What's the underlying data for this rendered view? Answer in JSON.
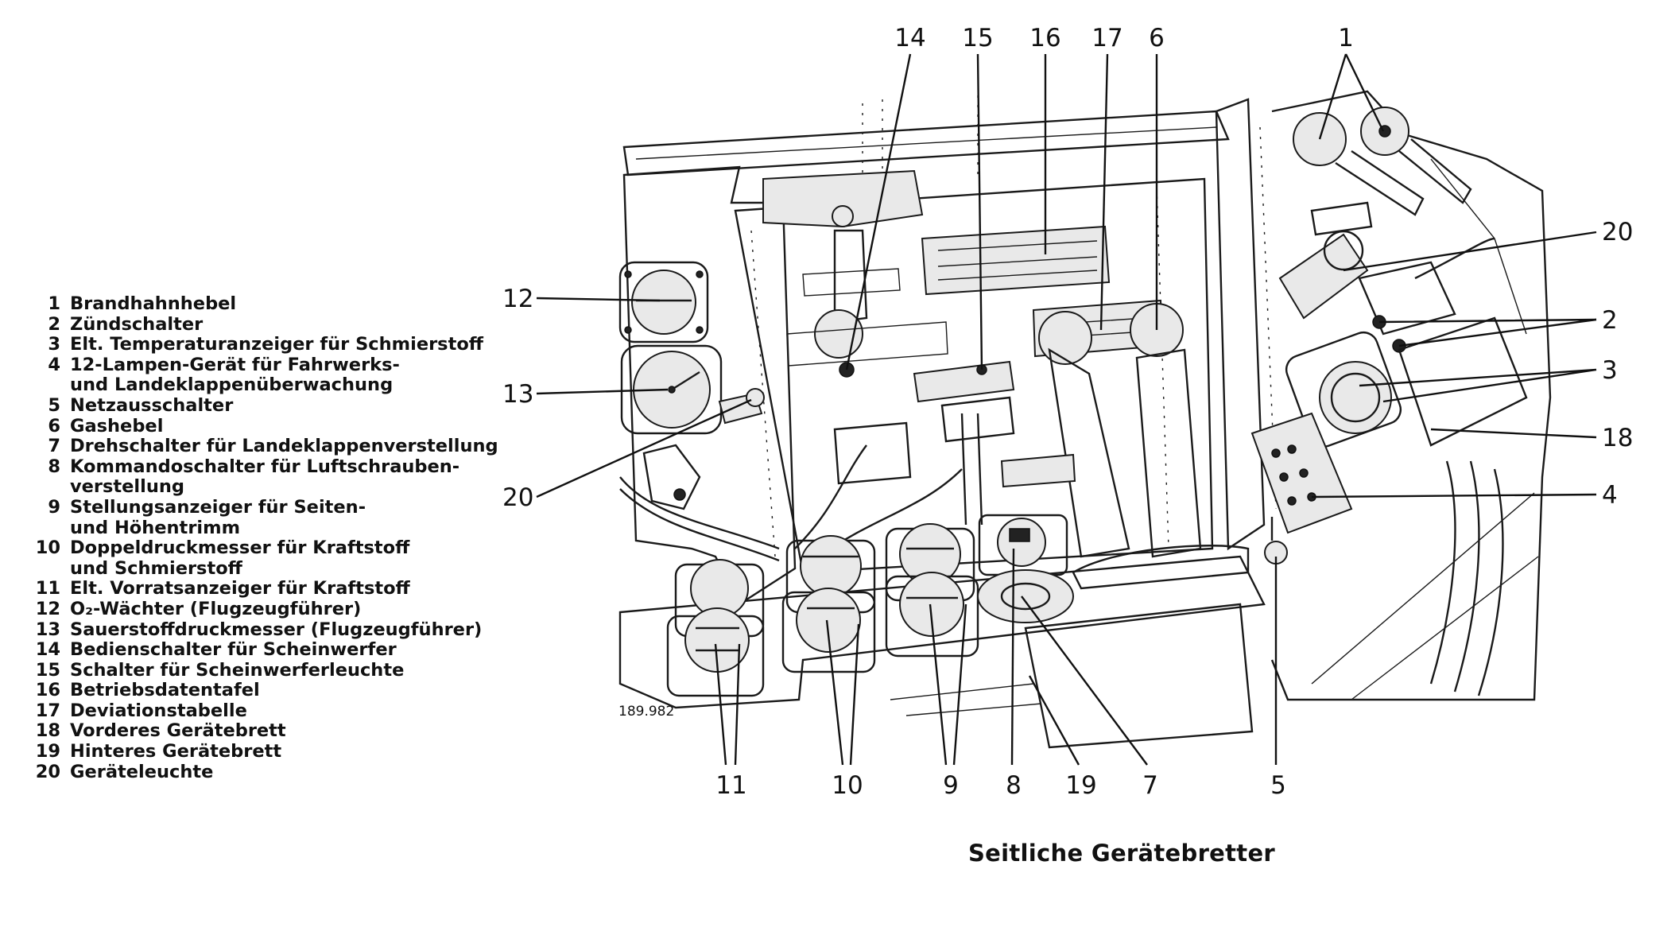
{
  "legend": [
    {
      "num": "1",
      "text": "Brandhahnhebel"
    },
    {
      "num": "2",
      "text": "Zündschalter"
    },
    {
      "num": "3",
      "text": "Elt. Temperaturanzeiger für Schmierstoff"
    },
    {
      "num": "4",
      "text": "12-Lampen-Gerät für Fahrwerks-"
    },
    {
      "num": "",
      "text": "und Landeklappenüberwachung"
    },
    {
      "num": "5",
      "text": "Netzausschalter"
    },
    {
      "num": "6",
      "text": "Gashebel"
    },
    {
      "num": "7",
      "text": "Drehschalter für Landeklappenverstellung"
    },
    {
      "num": "8",
      "text": "Kommandoschalter für Luftschrauben-"
    },
    {
      "num": "",
      "text": "verstellung"
    },
    {
      "num": "9",
      "text": "Stellungsanzeiger für Seiten-"
    },
    {
      "num": "",
      "text": "und Höhentrimm"
    },
    {
      "num": "10",
      "text": "Doppeldruckmesser für Kraftstoff"
    },
    {
      "num": "",
      "text": "und Schmierstoff"
    },
    {
      "num": "11",
      "text": "Elt. Vorratsanzeiger für Kraftstoff"
    },
    {
      "num": "12",
      "text": "O₂-Wächter (Flugzeugführer)"
    },
    {
      "num": "13",
      "text": "Sauerstoffdruckmesser (Flugzeugführer)"
    },
    {
      "num": "14",
      "text": "Bedienschalter für Scheinwerfer"
    },
    {
      "num": "15",
      "text": "Schalter für Scheinwerferleuchte"
    },
    {
      "num": "16",
      "text": "Betriebsdatentafel"
    },
    {
      "num": "17",
      "text": "Deviationstabelle"
    },
    {
      "num": "18",
      "text": "Vorderes Gerätebrett"
    },
    {
      "num": "19",
      "text": "Hinteres Gerätebrett"
    },
    {
      "num": "20",
      "text": "Geräteleuchte"
    }
  ],
  "caption": "Seitliche Gerätebretter",
  "drawing_number": "189.982",
  "callouts": {
    "c14": "14",
    "c15": "15",
    "c16": "16",
    "c17": "17",
    "c6top": "6",
    "c1": "1",
    "c12": "12",
    "c13": "13",
    "c20left": "20",
    "c20right": "20",
    "c2": "2",
    "c3": "3",
    "c18": "18",
    "c4": "4",
    "c11": "11",
    "c10": "10",
    "c9": "9",
    "c8": "8",
    "c19": "19",
    "c7": "7",
    "c5": "5"
  }
}
